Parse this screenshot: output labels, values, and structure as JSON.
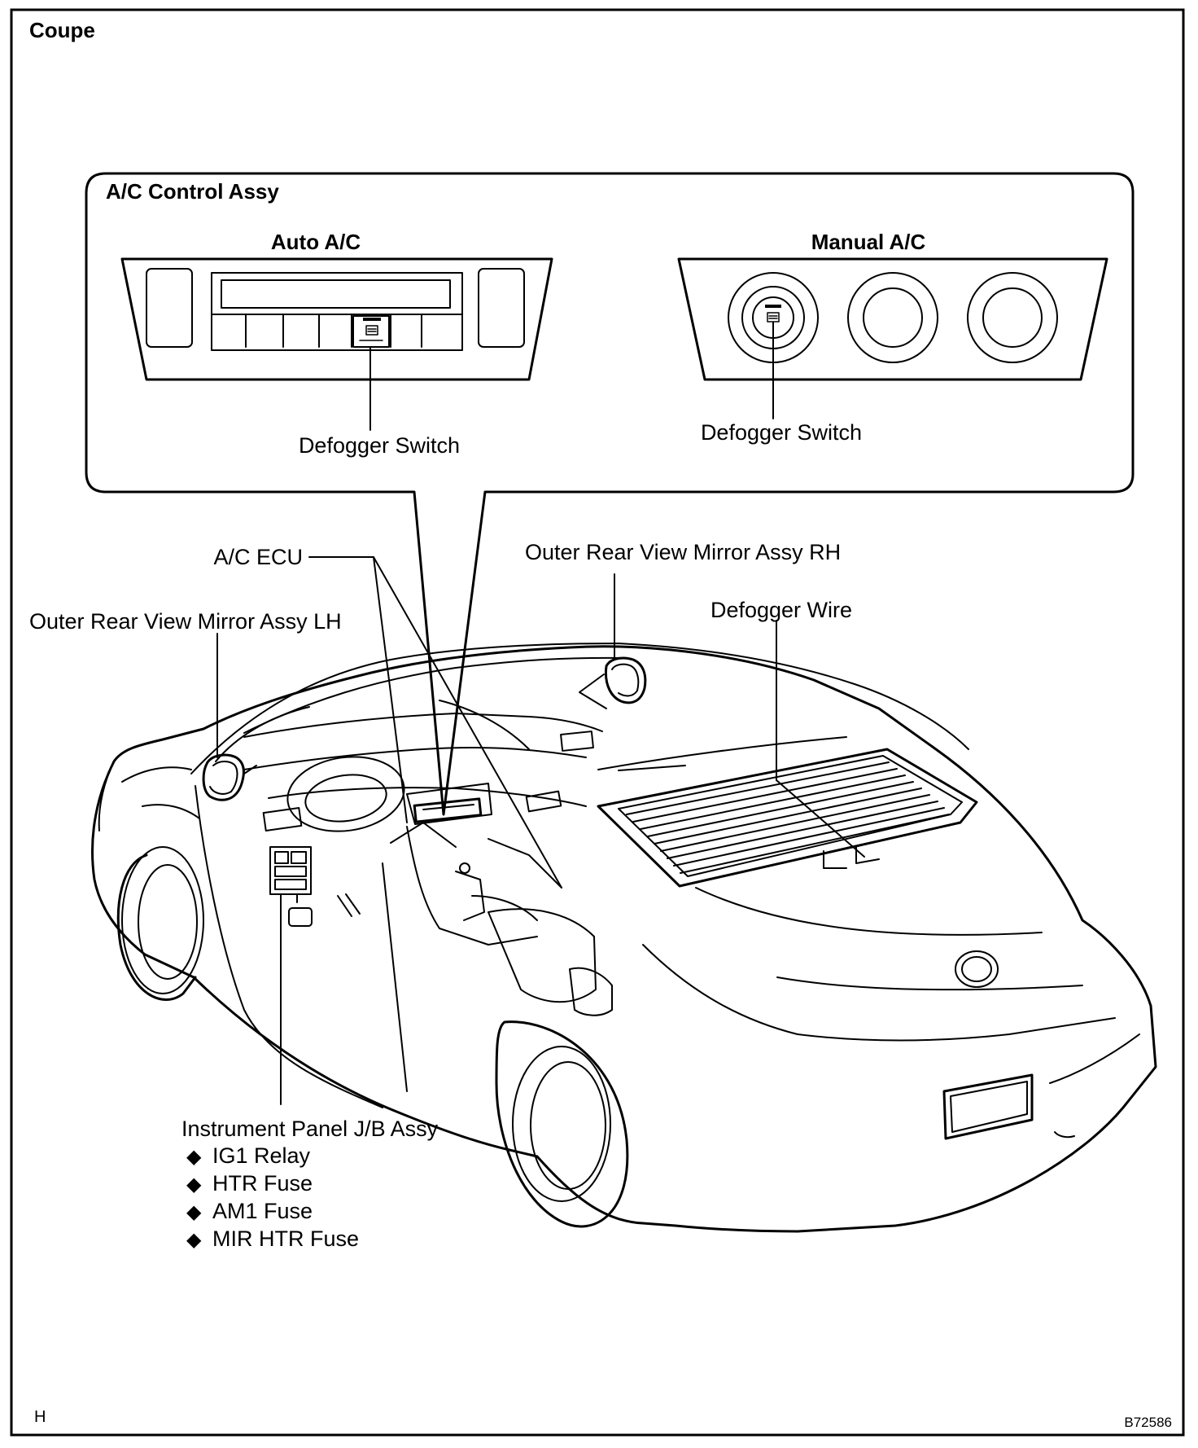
{
  "figure": {
    "title": "Coupe",
    "corner_letter": "H",
    "figure_code": "B72586"
  },
  "inset": {
    "title": "A/C Control Assy",
    "auto": {
      "title": "Auto A/C",
      "switch_label": "Defogger Switch"
    },
    "manual": {
      "title": "Manual A/C",
      "switch_label": "Defogger Switch"
    }
  },
  "callouts": {
    "ac_ecu": "A/C ECU",
    "mirror_rh": "Outer Rear View Mirror Assy RH",
    "mirror_lh": "Outer Rear View Mirror Assy LH",
    "defogger_wire": "Defogger Wire",
    "jb_title": "Instrument Panel J/B Assy",
    "jb_items": [
      "IG1 Relay",
      "HTR Fuse",
      "AM1 Fuse",
      "MIR HTR Fuse"
    ]
  },
  "bullet_symbol": "◆",
  "colors": {
    "ink": "#000000",
    "paper": "#ffffff"
  }
}
